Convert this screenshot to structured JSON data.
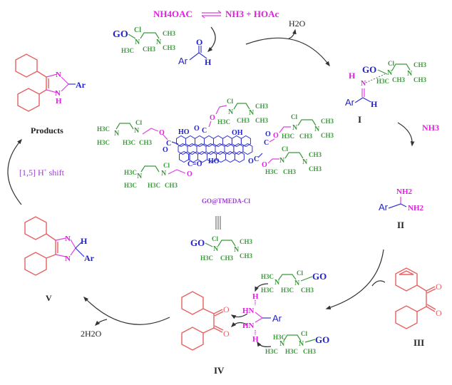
{
  "title": "GO@TMEDA-Cl catalyzed synthesis of 2,4,5-trisubstituted imidazoles",
  "colors": {
    "catalyst_ligand": "#3a9a3a",
    "graphene_oxide": "#2222cc",
    "ammonia_nitrogen": "#e020e0",
    "benzil_product": "#e86060",
    "label_purple": "#9a40d0",
    "arrow": "#333333"
  },
  "equilibrium": {
    "left": "NH4OAC",
    "right": "NH3 + HOAc"
  },
  "reagents": {
    "aldehyde": {
      "ar": "Ar",
      "h": "H",
      "o": "O"
    },
    "ammonia": "NH3",
    "water_out_1": "H2O",
    "water_out_2": "2H2O"
  },
  "catalyst": {
    "name": "GO@TMEDA-Cl",
    "go": "GO",
    "cl": "Cl",
    "n": "N",
    "ch3": "CH3",
    "h3c": "H3C",
    "ho": "HO",
    "oh": "OH",
    "equiv_symbol": "|||"
  },
  "intermediates": [
    {
      "id": "I",
      "label": "I",
      "description": "Imine activated by catalyst"
    },
    {
      "id": "II",
      "label": "II",
      "description": "Aminal (Ar-CH(NH2)2)",
      "nh2": "NH2"
    },
    {
      "id": "III",
      "label": "III",
      "description": "Benzil"
    },
    {
      "id": "IV",
      "label": "IV",
      "description": "Diamine + benzil condensation complex",
      "hn": "HN"
    },
    {
      "id": "V",
      "label": "V",
      "description": "2H-imidazole intermediate"
    }
  ],
  "product": {
    "label": "Products",
    "ar": "Ar",
    "n": "N",
    "h": "H"
  },
  "step_labels": {
    "shift": "[1,5] H",
    "shift_superscript": "+",
    "shift_suffix": " shift"
  }
}
